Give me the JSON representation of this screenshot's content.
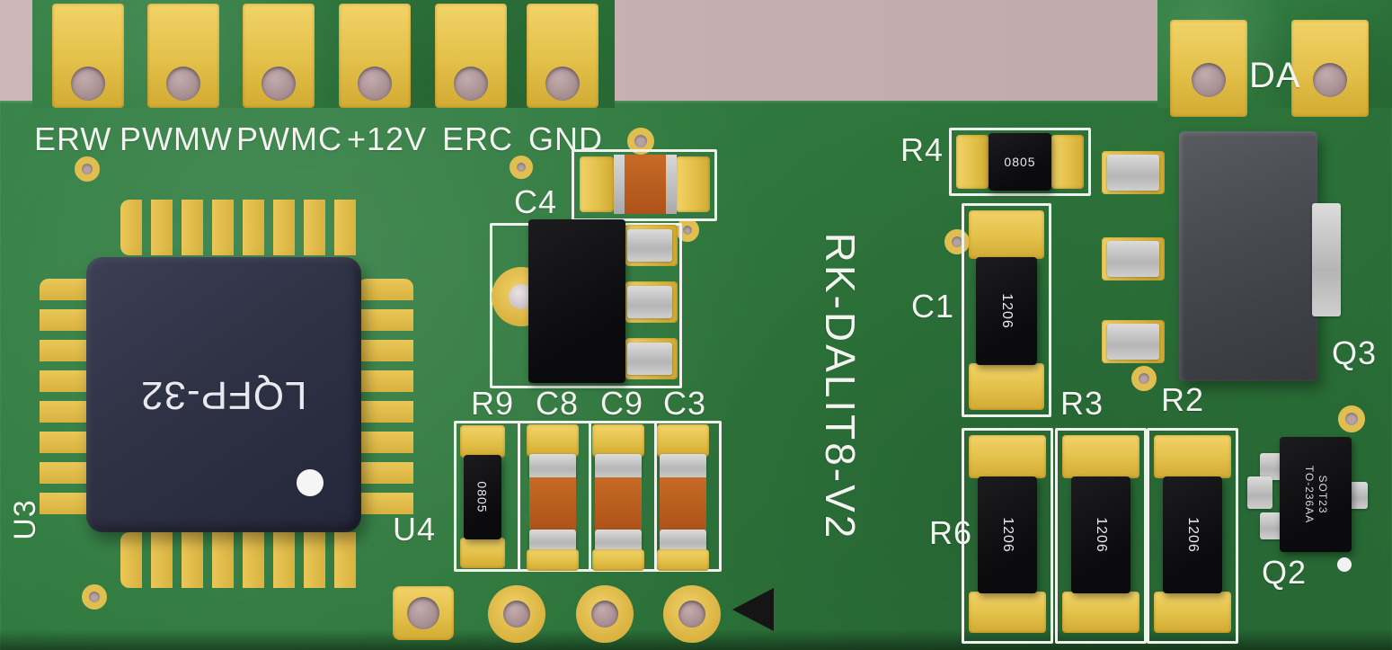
{
  "board": {
    "silkscreen_title": "RK-DALIT8-V2",
    "colors": {
      "background": "#c4aeb0",
      "soldermask_green": "#2e773c",
      "pad_gold": "#e3c049",
      "silkscreen_white": "#f3f3ef",
      "ic_body_navy": "#2f3245",
      "component_black": "#0b0b0d",
      "capacitor_orange": "#b35a1d",
      "metal_silver": "#c6c6c6",
      "hole_pink": "#a28a8d"
    },
    "top_connectors": [
      {
        "label": "ERW"
      },
      {
        "label": "PWMW"
      },
      {
        "label": "PWMC"
      },
      {
        "label": "+12V"
      },
      {
        "label": "ERC"
      },
      {
        "label": "GND"
      }
    ],
    "right_connector_label": "DA",
    "components": {
      "u3": {
        "ref": "U3",
        "marking": "LQFP-32"
      },
      "u4": {
        "ref": "U4"
      },
      "c4": {
        "ref": "C4"
      },
      "r9": {
        "ref": "R9",
        "marking": "0805"
      },
      "c8": {
        "ref": "C8"
      },
      "c9": {
        "ref": "C9"
      },
      "c3": {
        "ref": "C3"
      },
      "r4": {
        "ref": "R4",
        "marking": "0805"
      },
      "c1": {
        "ref": "C1",
        "marking": "1206"
      },
      "r6": {
        "ref": "R6",
        "marking": "1206"
      },
      "r3": {
        "ref": "R3",
        "marking": "1206"
      },
      "r2": {
        "ref": "R2",
        "marking": "1206"
      },
      "q3": {
        "ref": "Q3"
      },
      "q2": {
        "ref": "Q2",
        "marking_line1": "SOT23",
        "marking_line2": "TO-236AA"
      }
    }
  }
}
